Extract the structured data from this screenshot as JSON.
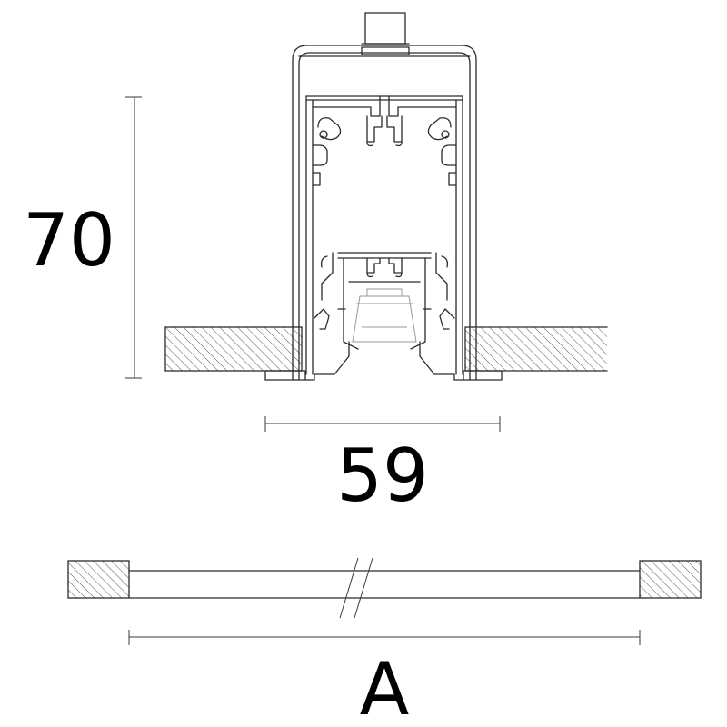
{
  "dimensions": {
    "height_label": "70",
    "width_label": "59",
    "length_label": "A"
  },
  "colors": {
    "line": "#2b2b2b",
    "hatch": "#555555",
    "background": "#ffffff"
  }
}
